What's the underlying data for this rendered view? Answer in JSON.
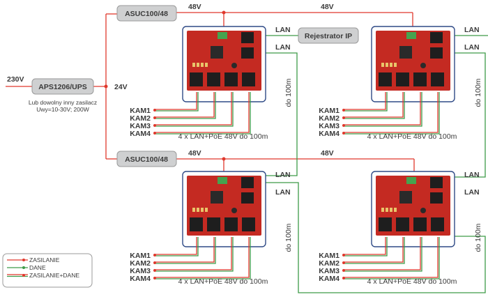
{
  "input": {
    "voltage": "230V"
  },
  "psu": {
    "label": "APS1206/UPS",
    "note_line1": "Lub dowolny inny zasilacz",
    "note_line2": "Uwy=10-30V; 200W",
    "output_voltage": "24V"
  },
  "converters": [
    {
      "label": "ASUC100/48",
      "out_left": "48V",
      "out_right": "48V"
    },
    {
      "label": "ASUC100/48",
      "out_left": "48V",
      "out_right": "48V"
    }
  ],
  "recorder": {
    "label": "Rejestrator IP"
  },
  "modules": [
    {
      "lan_labels": [
        "LAN",
        "LAN"
      ],
      "cameras": [
        "KAM1",
        "KAM2",
        "KAM3",
        "KAM4"
      ],
      "caption": "4 x LAN+PoE 48V do 100m",
      "distance": "do 100m"
    },
    {
      "lan_labels": [
        "LAN",
        "LAN"
      ],
      "cameras": [
        "KAM1",
        "KAM2",
        "KAM3",
        "KAM4"
      ],
      "caption": "4 x LAN+PoE 48V do 100m",
      "distance": "do 100m"
    },
    {
      "lan_labels": [
        "LAN",
        "LAN"
      ],
      "cameras": [
        "KAM1",
        "KAM2",
        "KAM3",
        "KAM4"
      ],
      "caption": "4 x LAN+PoE 48V do 100m",
      "distance": "do 100m"
    },
    {
      "lan_labels": [
        "LAN",
        "LAN"
      ],
      "cameras": [
        "KAM1",
        "KAM2",
        "KAM3",
        "KAM4"
      ],
      "caption": "4 x LAN+PoE 48V do 100m",
      "distance": "do 100m"
    }
  ],
  "legend": {
    "items": [
      {
        "label": "ZASILANIE",
        "kind": "power",
        "color": "#e0382c"
      },
      {
        "label": "DANE",
        "kind": "data",
        "color": "#3d9b48"
      },
      {
        "label": "ZASILANIE+DANE",
        "kind": "both",
        "color": "#e0382c"
      }
    ]
  }
}
